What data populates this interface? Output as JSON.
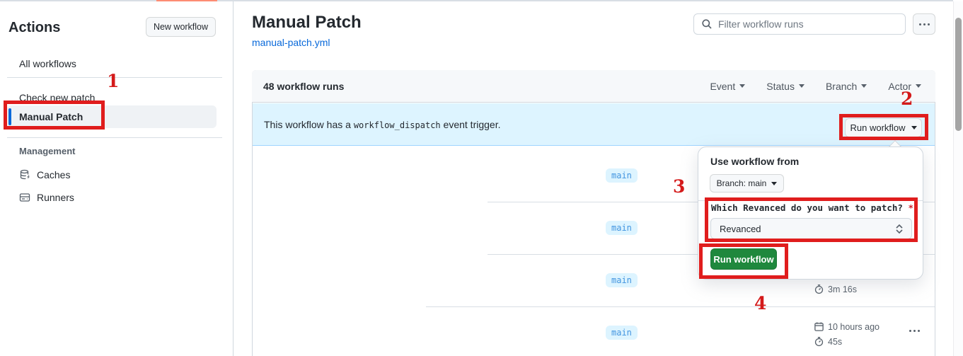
{
  "annotations": {
    "steps": [
      "1",
      "2",
      "3",
      "4"
    ],
    "color": "#e01d1d"
  },
  "sidebar": {
    "title": "Actions",
    "new_workflow_button": "New workflow",
    "items": [
      {
        "label": "All workflows"
      },
      {
        "label": "Check new patch"
      },
      {
        "label": "Manual Patch"
      }
    ],
    "management": {
      "header": "Management",
      "caches_label": "Caches",
      "runners_label": "Runners"
    }
  },
  "header": {
    "title": "Manual Patch",
    "file_link": "manual-patch.yml",
    "filter_placeholder": "Filter workflow runs"
  },
  "runs_panel": {
    "count_label": "48 workflow runs",
    "filters": [
      {
        "label": "Event"
      },
      {
        "label": "Status"
      },
      {
        "label": "Branch"
      },
      {
        "label": "Actor"
      }
    ],
    "banner": {
      "text_before": "This workflow has a ",
      "code": "workflow_dispatch",
      "text_after": " event trigger.",
      "run_workflow_button": "Run workflow"
    },
    "rows": [
      {
        "branch": "main"
      },
      {
        "branch": "main"
      },
      {
        "branch": "main",
        "duration": "3m 16s"
      },
      {
        "branch": "main",
        "time": "10 hours ago",
        "duration": "45s"
      }
    ]
  },
  "run_dialog": {
    "title": "Use workflow from",
    "branch_button": "Branch: main",
    "input_label": "Which Revanced do you want to patch?",
    "required_marker": "*",
    "select_value": "Revanced",
    "submit_button": "Run workflow"
  },
  "colors": {
    "accent_tab": "#fd8c73",
    "banner_bg": "#ddf4ff",
    "green_button": "#1f883d",
    "link_blue": "#0969da"
  }
}
